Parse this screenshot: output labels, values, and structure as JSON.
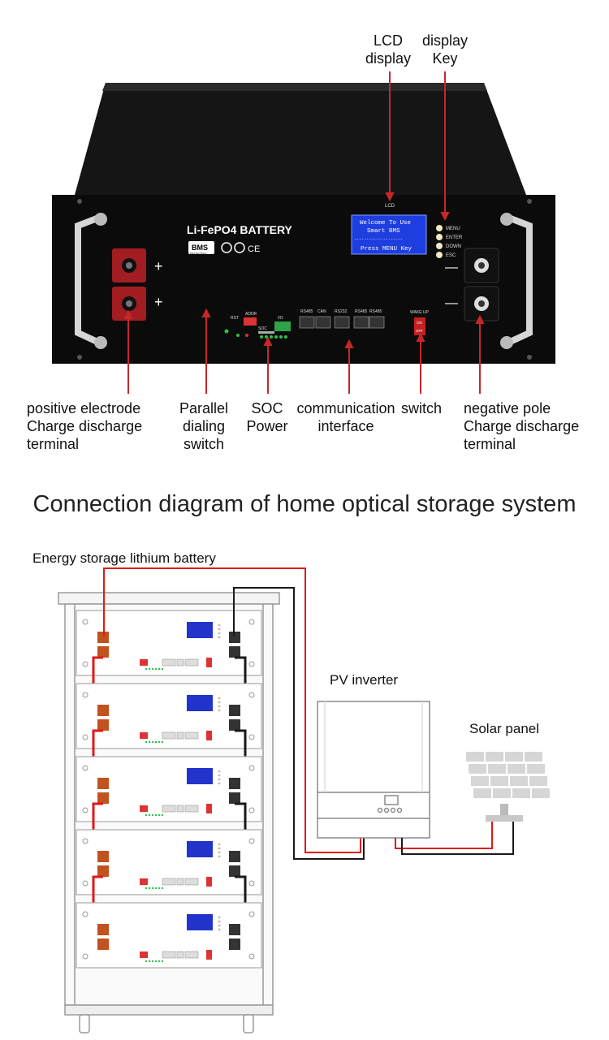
{
  "top_callouts": {
    "lcd_display": [
      "LCD",
      "display"
    ],
    "display_key": [
      "display",
      "Key"
    ]
  },
  "bottom_callouts": {
    "positive": [
      "positive electrode",
      "Charge discharge",
      "terminal"
    ],
    "parallel": [
      "Parallel",
      "dialing",
      "switch"
    ],
    "soc": [
      "SOC",
      "Power"
    ],
    "comm": [
      "communication",
      "interface"
    ],
    "switch": "switch",
    "negative": [
      "negative pole",
      "Charge discharge",
      "terminal"
    ]
  },
  "battery_panel": {
    "brand": "Li-FePO4 BATTERY",
    "bms": "BMS",
    "bms_sub": "PROTECTION",
    "ce": "CE",
    "lcd_label": "LCD",
    "lcd_lines": [
      "Welcome To Use",
      "Smart BMS",
      "--------------------",
      "Press MENU Key"
    ],
    "keys": [
      "MENU",
      "ENTER",
      "DOWN",
      "ESC"
    ],
    "ports": {
      "rs485": "RS485",
      "can": "CAN",
      "rs232": "RS232",
      "rs485b": "RS485",
      "rs485c": "RS485"
    },
    "addr": "ADDR",
    "rst": "RST",
    "soc": "SOC",
    "io": "I/O",
    "wake": "WAKE UP",
    "on": "ON",
    "off": "OFF",
    "plus": "+",
    "minus": "—"
  },
  "section_title": "Connection diagram of home optical storage system",
  "system": {
    "battery_label": "Energy storage lithium battery",
    "inverter_label": "PV inverter",
    "solar_label": "Solar panel"
  },
  "colors": {
    "panel": "#0b0b0b",
    "lcd": "#1f3ee0",
    "red_terminal": "#b71c1c",
    "callout_line": "#c62828",
    "positive_cable": "#e01818",
    "negative_cable": "#1a1a1a"
  }
}
